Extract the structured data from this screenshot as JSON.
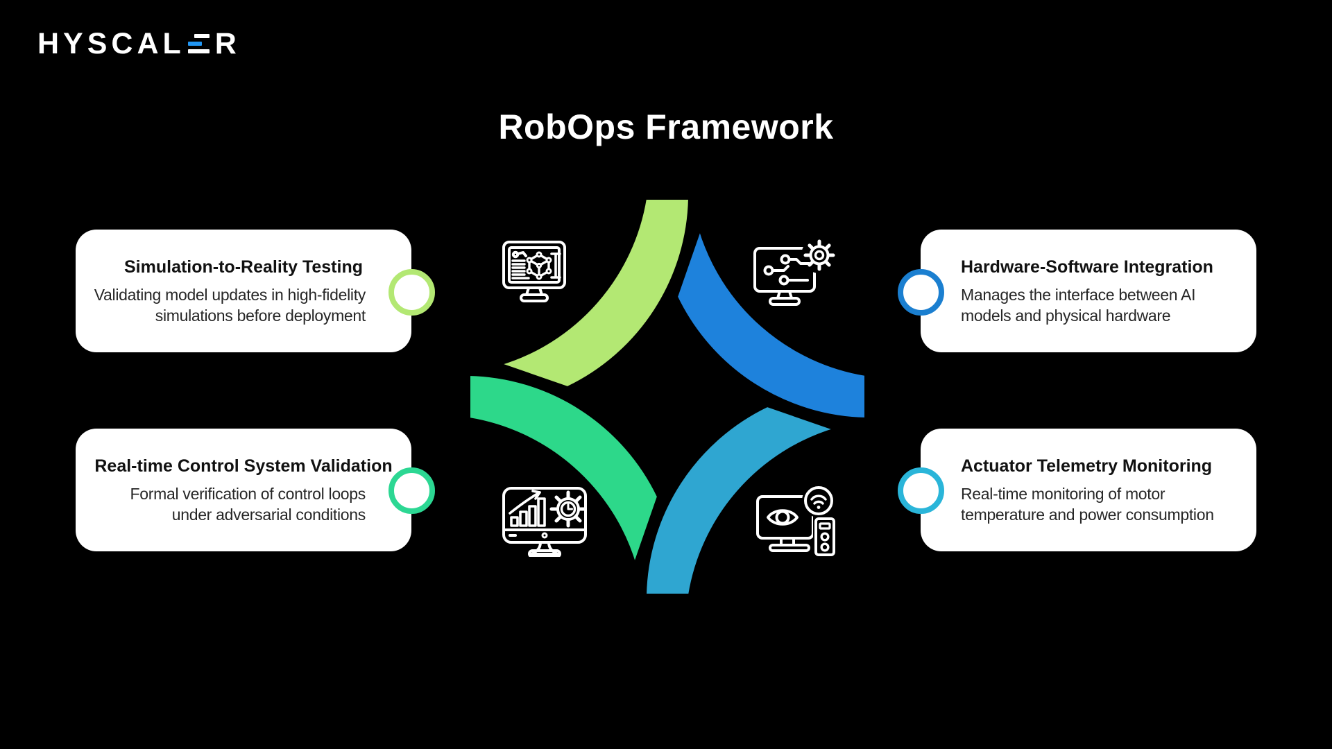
{
  "brand": {
    "name": "HYSCALER",
    "logo_prefix": "HYSCAL",
    "logo_suffix": "R",
    "logo_accent_color": "#2196f3"
  },
  "header": {
    "title": "RobOps Framework"
  },
  "cards": [
    {
      "position": "top-left",
      "title": "Simulation-to-Reality Testing",
      "description": "Validating model updates in high-fidelity simulations before deployment",
      "accent_color": "#b3e873"
    },
    {
      "position": "top-right",
      "title": "Hardware-Software Integration",
      "description": "Manages the interface between AI models and physical hardware",
      "accent_color": "#1b7fd0"
    },
    {
      "position": "bottom-left",
      "title": "Real-time Control System Validation",
      "description": "Formal verification of control loops under adversarial conditions",
      "accent_color": "#2cd793"
    },
    {
      "position": "bottom-right",
      "title": "Actuator Telemetry Monitoring",
      "description": "Real-time monitoring of motor temperature and power consumption",
      "accent_color": "#2ab5d9"
    }
  ],
  "pinwheel": {
    "colors": {
      "lime": "#b3e873",
      "blue": "#1e82dc",
      "green": "#2dd88a",
      "teal": "#2fa6d1"
    }
  },
  "icons": {
    "top_left": "simulation-model-monitor-icon",
    "top_right": "hardware-circuit-gear-monitor-icon",
    "bottom_left": "analytics-chart-gear-monitor-icon",
    "bottom_right": "telemetry-eye-wifi-monitor-icon"
  },
  "background_color": "#000000"
}
